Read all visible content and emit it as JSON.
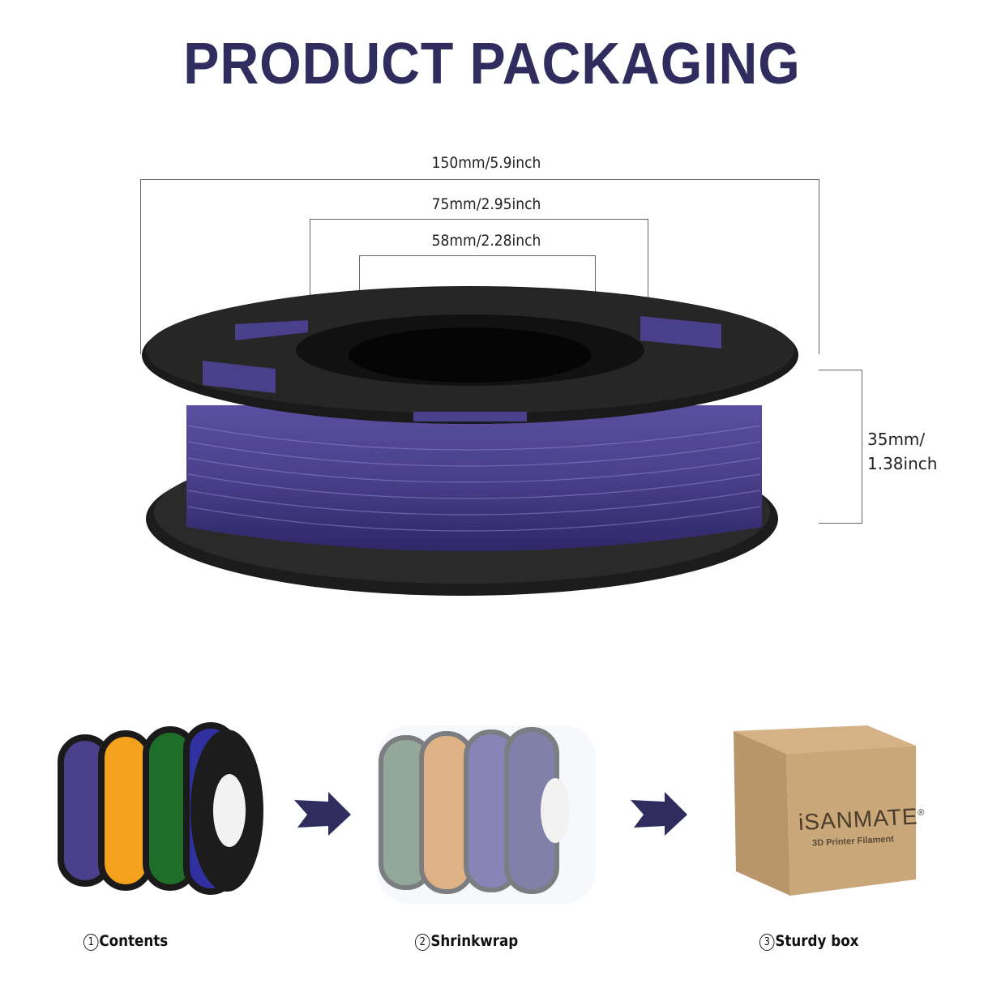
{
  "header": {
    "title": "PRODUCT PACKAGING"
  },
  "colors": {
    "brand": "#312c5e",
    "filament_purple": "#4a3f8a",
    "spool_black": "#1a1a1a",
    "cardboard": "#c9a778"
  },
  "dimensions": {
    "outer_diameter": "150mm/5.9inch",
    "hub_diameter": "75mm/2.95inch",
    "bore_diameter": "58mm/2.28inch",
    "width_line1": "35mm/",
    "width_line2": "1.38inch"
  },
  "steps": [
    {
      "number": "1",
      "label": "Contents"
    },
    {
      "number": "2",
      "label": "Shrinkwrap"
    },
    {
      "number": "3",
      "label": "Sturdy box"
    }
  ],
  "box": {
    "brand": "iSANMATE",
    "registered": "®",
    "subtitle": "3D Printer Filament"
  },
  "icons": {
    "arrow": "right-arrow-icon"
  }
}
